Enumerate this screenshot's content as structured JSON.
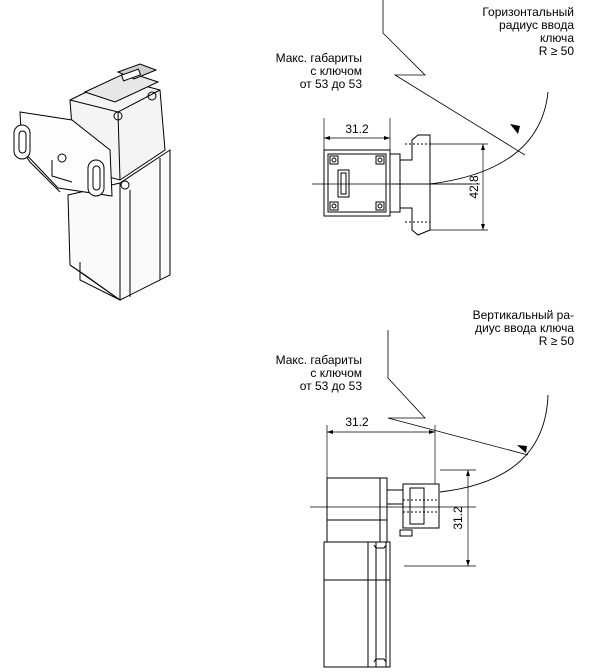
{
  "top_view": {
    "radius_label": [
      "Горизонтальный",
      "радиус ввода",
      "ключа",
      "R ≥ 50"
    ],
    "max_dims_label": [
      "Макс. габариты",
      "с ключом",
      "от 53 до 53"
    ],
    "width_dim": "31.2",
    "height_dim": "42.8"
  },
  "side_view": {
    "radius_label": [
      "Вертикальный ра-",
      "диус ввода ключа",
      "R ≥ 50"
    ],
    "max_dims_label": [
      "Макс. габариты",
      "с ключом",
      "от 53 до 53"
    ],
    "width_dim": "31.2",
    "height_dim": "31.2"
  }
}
